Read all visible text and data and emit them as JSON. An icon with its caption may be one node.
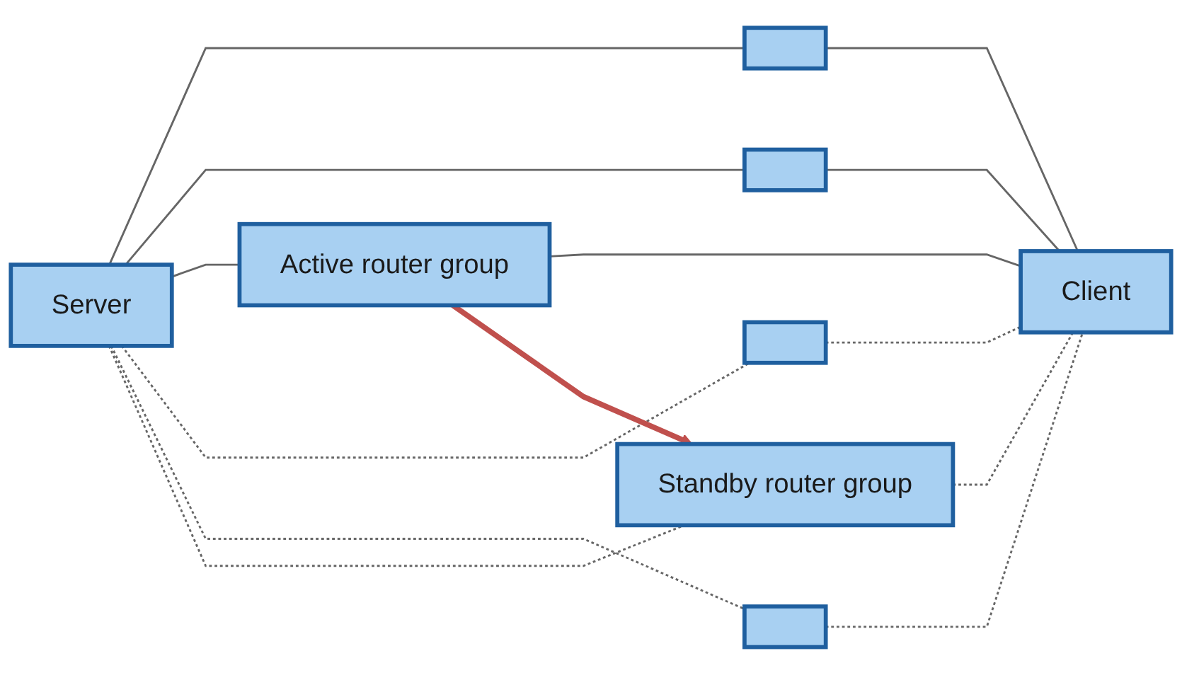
{
  "diagram": {
    "nodes": [
      {
        "text": [
          "Server"
        ]
      },
      {
        "text": [],
        "shape": "box"
      },
      {
        "text": [],
        "shape": "box"
      },
      {
        "text": [
          "Active router group"
        ]
      },
      {
        "text": [],
        "shape": "box"
      },
      {
        "text": [],
        "shape": "box"
      },
      {
        "text": [
          "Standby router group"
        ]
      },
      {
        "text": [
          "Client"
        ]
      }
    ],
    "edges": [
      {
        "from": 0,
        "to": 1,
        "arrow": "none"
      },
      {
        "from": 0,
        "to": 2,
        "arrow": "none"
      },
      {
        "from": 0,
        "to": 3,
        "arrow": "none"
      },
      {
        "from": 0,
        "to": 4,
        "arrow": "none",
        "style": "dashed"
      },
      {
        "from": 0,
        "to": 5,
        "arrow": "none",
        "style": "dashed"
      },
      {
        "from": 0,
        "to": 6,
        "arrow": "none",
        "style": "dashed"
      },
      {
        "from": 1,
        "to": 7,
        "arrow": "none"
      },
      {
        "from": 2,
        "to": 7,
        "arrow": "none"
      },
      {
        "from": 3,
        "to": 7,
        "arrow": "none"
      },
      {
        "from": 4,
        "to": 7,
        "arrow": "none",
        "style": "dashed"
      },
      {
        "from": 5,
        "to": 7,
        "arrow": "none",
        "style": "dashed"
      },
      {
        "from": 6,
        "to": 7,
        "arrow": "none",
        "style": "dashed"
      },
      {
        "from": 3,
        "to": 6,
        "arrow": "to",
        "style": "thick",
        "color": "#c0504d"
      }
    ]
  }
}
